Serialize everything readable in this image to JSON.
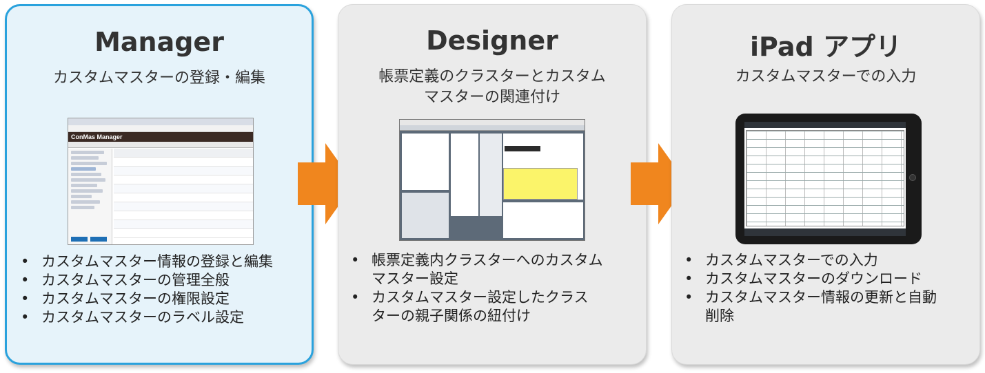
{
  "cards": [
    {
      "title": "Manager",
      "subtitle_lines": [
        "カスタムマスターの登録・編集"
      ],
      "bullets": [
        "カスタムマスター情報の登録と編集",
        "カスタムマスターの管理全般",
        "カスタムマスターの権限設定",
        "カスタムマスターのラベル設定"
      ],
      "highlighted": true,
      "screenshot": {
        "app_name": "ConMas Manager"
      }
    },
    {
      "title": "Designer",
      "subtitle_lines": [
        "帳票定義のクラスターとカスタム",
        "マスターの関連付け"
      ],
      "bullets": [
        "帳票定義内クラスターへのカスタム",
        "マスター設定",
        "カスタムマスター設定したクラス",
        "ターの親子関係の紐付け"
      ],
      "highlighted": false
    },
    {
      "title": "iPad アプリ",
      "subtitle_lines": [
        "カスタムマスターでの入力"
      ],
      "bullets": [
        "カスタムマスターでの入力",
        "カスタムマスターのダウンロード",
        "カスタムマスター情報の更新と自動",
        "削除"
      ],
      "highlighted": false
    }
  ],
  "colors": {
    "highlight_border": "#2aa2dd",
    "highlight_fill": "#e6f3fa",
    "card_fill": "#ebebeb",
    "arrow": "#f0861e"
  }
}
